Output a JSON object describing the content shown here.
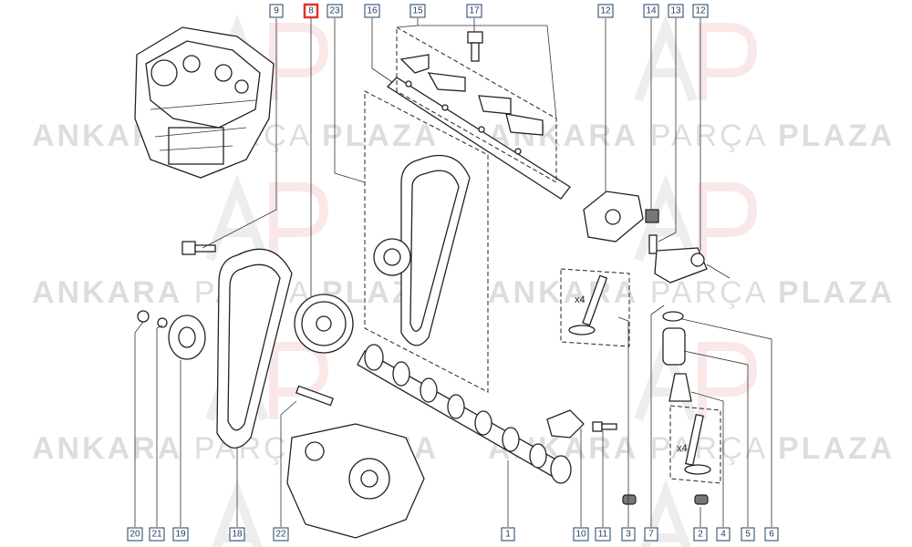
{
  "watermark": {
    "word1": "ANKARA",
    "word2": "PARÇA",
    "word3": "PLAZA",
    "logo": "AP-logo"
  },
  "colors": {
    "callout_border": "#1f3f63",
    "highlight": "#e0322c"
  },
  "callouts": [
    {
      "label": "9"
    },
    {
      "label": "8"
    },
    {
      "label": "23"
    },
    {
      "label": "16"
    },
    {
      "label": "15"
    },
    {
      "label": "17"
    },
    {
      "label": "12"
    },
    {
      "label": "14"
    },
    {
      "label": "13"
    },
    {
      "label": "12"
    },
    {
      "label": "20"
    },
    {
      "label": "21"
    },
    {
      "label": "19"
    },
    {
      "label": "18"
    },
    {
      "label": "22"
    },
    {
      "label": "1"
    },
    {
      "label": "10"
    },
    {
      "label": "11"
    },
    {
      "label": "3"
    },
    {
      "label": "7"
    },
    {
      "label": "2"
    },
    {
      "label": "4"
    },
    {
      "label": "5"
    },
    {
      "label": "6"
    }
  ],
  "highlighted_callout": "8",
  "quantity_labels": [
    "x4",
    "x4"
  ]
}
